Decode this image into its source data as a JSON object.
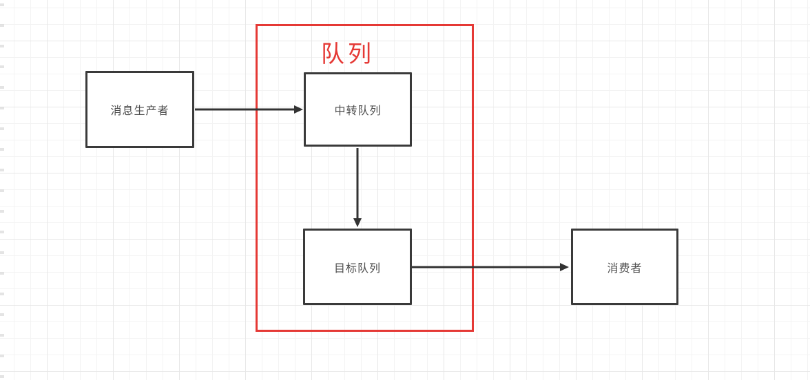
{
  "colors": {
    "accent-red": "#e53935",
    "node-border": "#3a3a3a",
    "node-text": "#4d4d4d",
    "arrow": "#333333"
  },
  "diagram": {
    "group": {
      "label": "队列"
    },
    "nodes": [
      {
        "id": "message-producer",
        "label": "消息生产者"
      },
      {
        "id": "transit-queue",
        "label": "中转队列"
      },
      {
        "id": "target-queue",
        "label": "目标队列"
      },
      {
        "id": "consumer",
        "label": "消费者"
      }
    ],
    "edges": [
      {
        "from": "message-producer",
        "to": "transit-queue"
      },
      {
        "from": "transit-queue",
        "to": "target-queue"
      },
      {
        "from": "target-queue",
        "to": "consumer"
      }
    ]
  }
}
